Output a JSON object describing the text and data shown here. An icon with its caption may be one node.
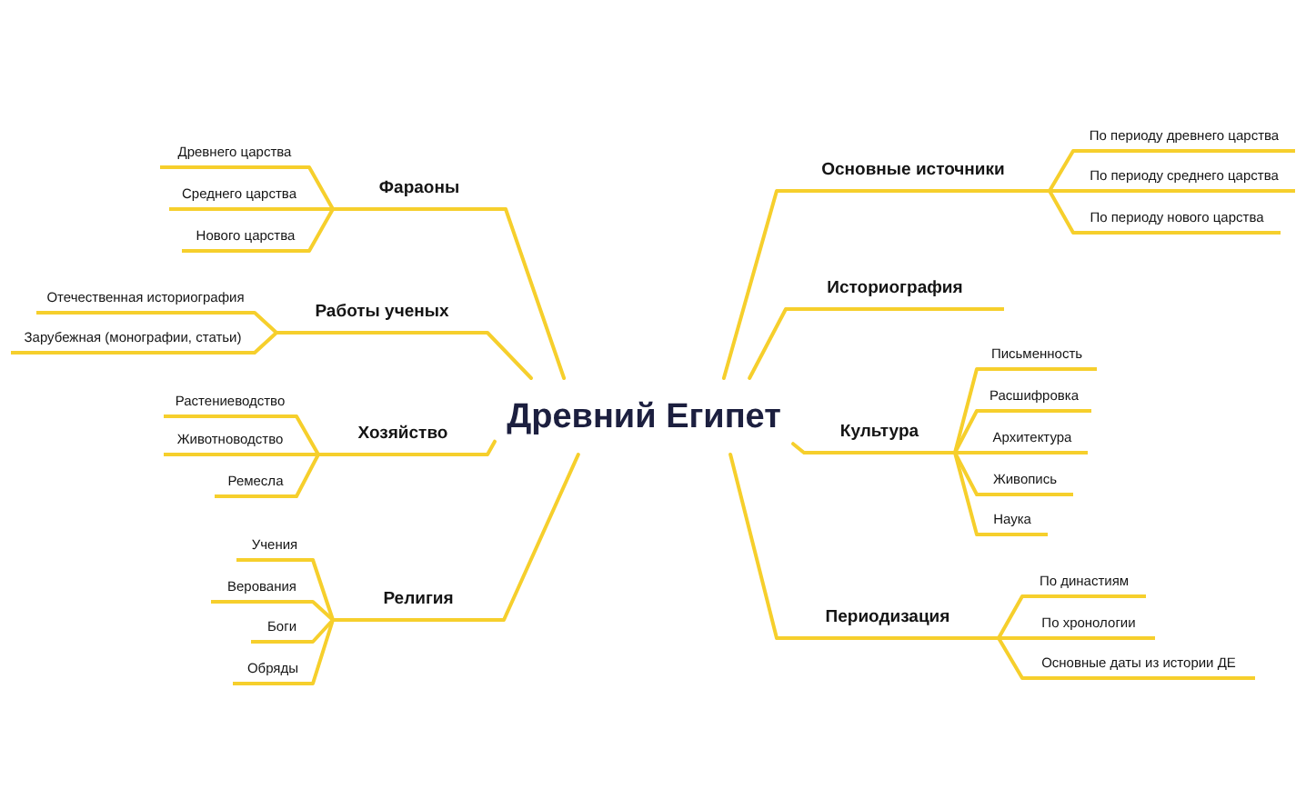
{
  "diagram": {
    "nodes": [
      {
        "text": [
          "Древний Египет"
        ]
      },
      {
        "text": [
          "Фараоны"
        ]
      },
      {
        "text": [
          "Древнего царства"
        ]
      },
      {
        "text": [
          "Среднего царства"
        ]
      },
      {
        "text": [
          "Нового царства"
        ]
      },
      {
        "text": [
          "Работы ученых"
        ]
      },
      {
        "text": [
          "Отечественная историография"
        ]
      },
      {
        "text": [
          "Зарубежная (монографии, статьи)"
        ]
      },
      {
        "text": [
          "Хозяйство"
        ]
      },
      {
        "text": [
          "Растениеводство"
        ]
      },
      {
        "text": [
          "Животноводство"
        ]
      },
      {
        "text": [
          "Ремесла"
        ]
      },
      {
        "text": [
          "Религия"
        ]
      },
      {
        "text": [
          "Учения"
        ]
      },
      {
        "text": [
          "Верования"
        ]
      },
      {
        "text": [
          "Боги"
        ]
      },
      {
        "text": [
          "Обряды"
        ]
      },
      {
        "text": [
          "Основные источники"
        ]
      },
      {
        "text": [
          "По периоду древнего царства"
        ]
      },
      {
        "text": [
          "По периоду среднего царства"
        ]
      },
      {
        "text": [
          "По периоду нового царства"
        ]
      },
      {
        "text": [
          "Историография"
        ]
      },
      {
        "text": [
          "Культура"
        ]
      },
      {
        "text": [
          "Письменность"
        ]
      },
      {
        "text": [
          "Расшифровка"
        ]
      },
      {
        "text": [
          "Архитектура"
        ]
      },
      {
        "text": [
          "Живопись"
        ]
      },
      {
        "text": [
          "Наука"
        ]
      },
      {
        "text": [
          "Периодизация"
        ]
      },
      {
        "text": [
          "По династиям"
        ]
      },
      {
        "text": [
          "По хронологии"
        ]
      },
      {
        "text": [
          "Основные даты из истории ДЕ"
        ]
      }
    ],
    "edges": [
      {
        "from": 0,
        "to": 1,
        "arrow": "none"
      },
      {
        "from": 1,
        "to": 2,
        "arrow": "none"
      },
      {
        "from": 1,
        "to": 3,
        "arrow": "none"
      },
      {
        "from": 1,
        "to": 4,
        "arrow": "none"
      },
      {
        "from": 0,
        "to": 5,
        "arrow": "none"
      },
      {
        "from": 5,
        "to": 6,
        "arrow": "none"
      },
      {
        "from": 5,
        "to": 7,
        "arrow": "none"
      },
      {
        "from": 0,
        "to": 8,
        "arrow": "none"
      },
      {
        "from": 8,
        "to": 9,
        "arrow": "none"
      },
      {
        "from": 8,
        "to": 10,
        "arrow": "none"
      },
      {
        "from": 8,
        "to": 11,
        "arrow": "none"
      },
      {
        "from": 0,
        "to": 12,
        "arrow": "none"
      },
      {
        "from": 12,
        "to": 13,
        "arrow": "none"
      },
      {
        "from": 12,
        "to": 14,
        "arrow": "none"
      },
      {
        "from": 12,
        "to": 15,
        "arrow": "none"
      },
      {
        "from": 12,
        "to": 16,
        "arrow": "none"
      },
      {
        "from": 0,
        "to": 17,
        "arrow": "none"
      },
      {
        "from": 17,
        "to": 18,
        "arrow": "none"
      },
      {
        "from": 17,
        "to": 19,
        "arrow": "none"
      },
      {
        "from": 17,
        "to": 20,
        "arrow": "none"
      },
      {
        "from": 0,
        "to": 21,
        "arrow": "none"
      },
      {
        "from": 0,
        "to": 22,
        "arrow": "none"
      },
      {
        "from": 22,
        "to": 23,
        "arrow": "none"
      },
      {
        "from": 22,
        "to": 24,
        "arrow": "none"
      },
      {
        "from": 22,
        "to": 25,
        "arrow": "none"
      },
      {
        "from": 22,
        "to": 26,
        "arrow": "none"
      },
      {
        "from": 22,
        "to": 27,
        "arrow": "none"
      },
      {
        "from": 0,
        "to": 28,
        "arrow": "none"
      },
      {
        "from": 28,
        "to": 29,
        "arrow": "none"
      },
      {
        "from": 28,
        "to": 30,
        "arrow": "none"
      },
      {
        "from": 28,
        "to": 31,
        "arrow": "none"
      }
    ]
  }
}
